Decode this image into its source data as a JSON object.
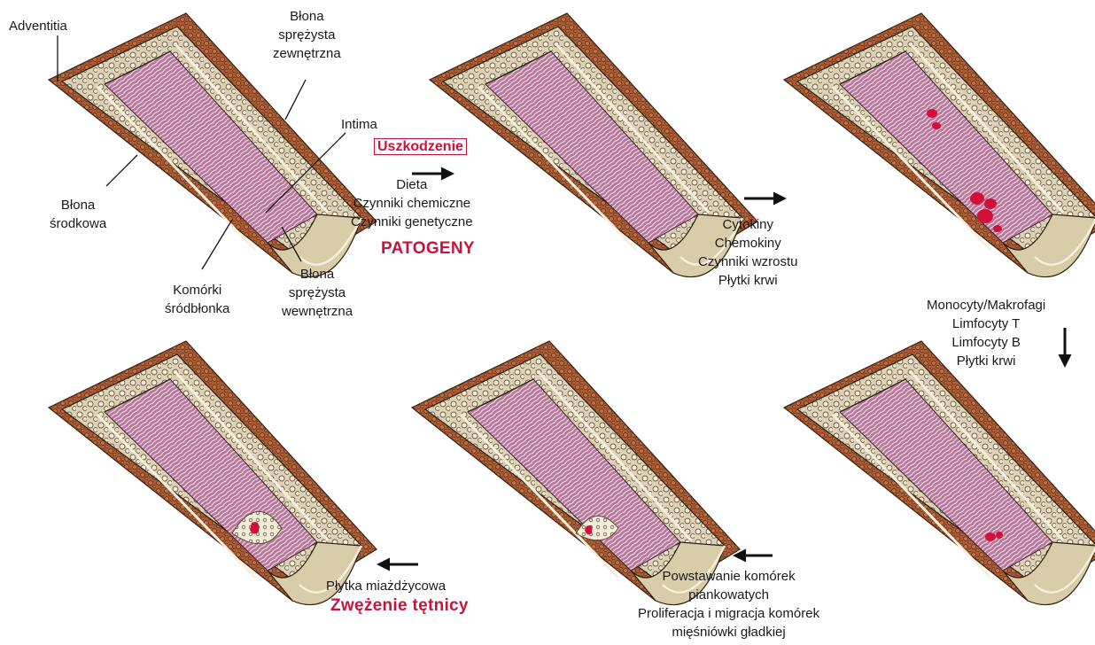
{
  "colors": {
    "accent_red": "#c8143c",
    "adventitia": "#b5663e",
    "media": "#d8ccb2",
    "lumen": "#b06b93",
    "lesion": "#d4103a"
  },
  "labels": {
    "adventitia": "Adventitia",
    "ext_elastic": [
      "Błona",
      "sprężysta",
      "zewnętrzna"
    ],
    "intima": "Intima",
    "media": [
      "Błona",
      "środkowa"
    ],
    "endothelial": [
      "Komórki",
      "śródbłonka"
    ],
    "int_elastic": [
      "Błona",
      "sprężysta",
      "wewnętrzna"
    ]
  },
  "stages": {
    "injury": {
      "title": "Uszkodzenie",
      "factors": [
        "Dieta",
        "Czynniki chemiczne",
        "Czynniki genetyczne"
      ],
      "highlight": "PATOGENY"
    },
    "mediators": [
      "Cytokiny",
      "Chemokiny",
      "Czynniki wzrostu",
      "Płytki krwi"
    ],
    "cells": [
      "Monocyty/Makrofagi",
      "Limfocyty T",
      "Limfocyty B",
      "Płytki krwi"
    ],
    "foam": [
      "Powstawanie komórek",
      "piankowatych",
      "Proliferacja i migracja komórek",
      "mięśniówki gładkiej"
    ],
    "plaque": {
      "text": "Płytka miażdżycowa",
      "highlight": "Zwężenie tętnicy"
    }
  }
}
